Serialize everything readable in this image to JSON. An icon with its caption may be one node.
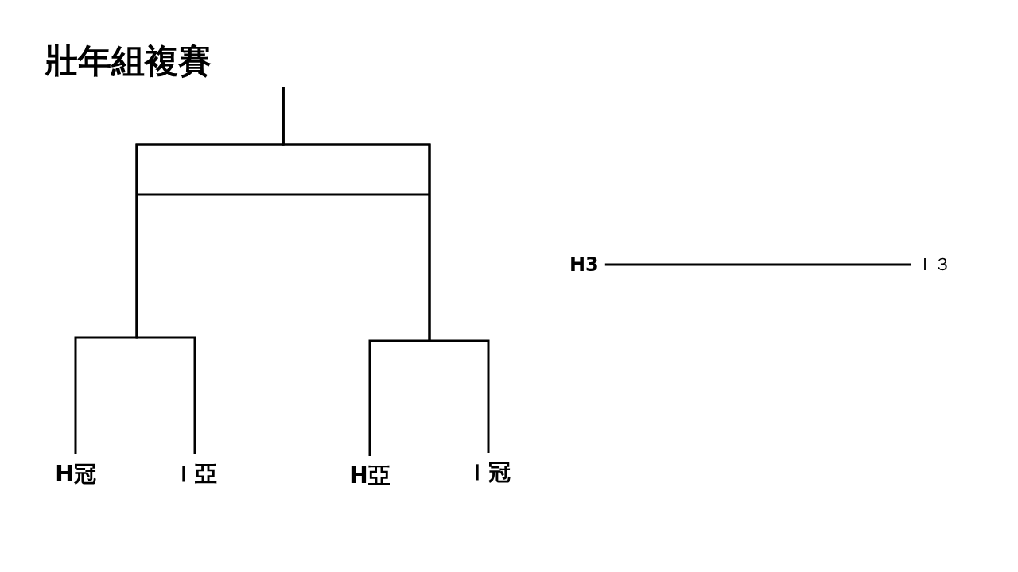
{
  "diagram": {
    "title": "壯年組複賽",
    "nodes": [
      {
        "text": [
          "H冠"
        ]
      },
      {
        "text": [
          "Ｉ亞"
        ]
      },
      {
        "text": [
          "H亞"
        ]
      },
      {
        "text": [
          "Ｉ冠"
        ]
      },
      {
        "text": [
          "H3"
        ]
      },
      {
        "text": [
          "Ｉ３"
        ]
      }
    ],
    "edges": [
      {
        "from": 0,
        "to": null,
        "arrow": "none"
      },
      {
        "from": 1,
        "to": null,
        "arrow": "none"
      },
      {
        "from": 2,
        "to": null,
        "arrow": "none"
      },
      {
        "from": 3,
        "to": null,
        "arrow": "none"
      },
      {
        "from": 4,
        "to": 5,
        "arrow": "none"
      }
    ]
  }
}
